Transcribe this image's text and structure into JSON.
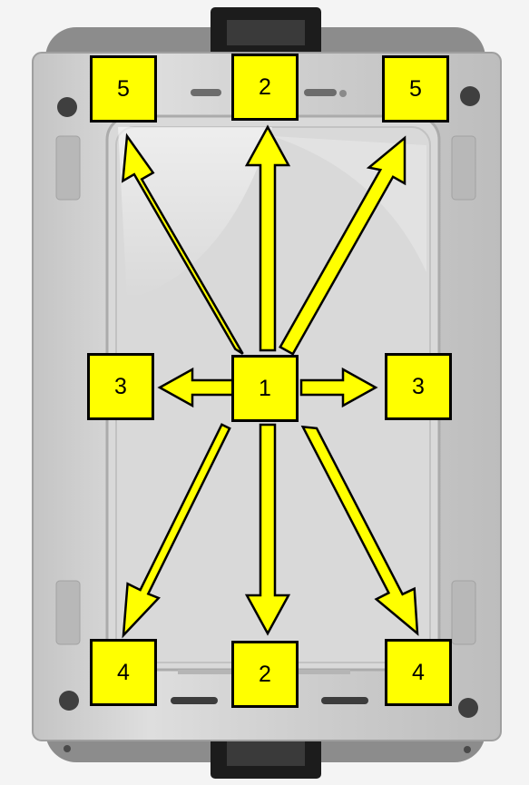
{
  "colors": {
    "box_fill": "#ffff00",
    "arrow_fill": "#ffff00",
    "outline": "#000000",
    "tray_body": "#cfcfcf",
    "tray_frame": "#8e8e8e"
  },
  "boxes": {
    "center": "1",
    "top_left": "5",
    "top_center": "2",
    "top_right": "5",
    "middle_left": "3",
    "middle_right": "3",
    "bottom_left": "4",
    "bottom_center": "2",
    "bottom_right": "4"
  },
  "arrows_from_center_to": [
    "top_left",
    "top_center",
    "top_right",
    "middle_left",
    "middle_right",
    "bottom_left",
    "bottom_center",
    "bottom_right"
  ]
}
